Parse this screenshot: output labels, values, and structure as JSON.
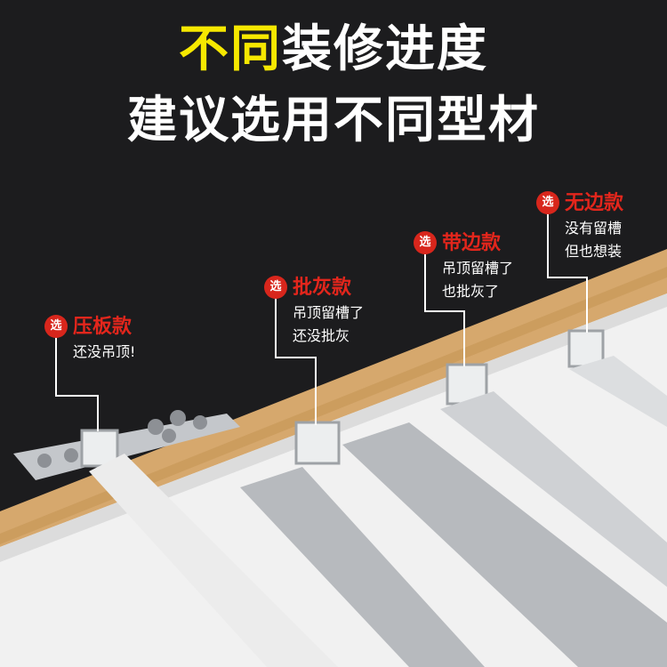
{
  "headline": {
    "line1_highlight": "不同",
    "line1_rest": "装修进度",
    "line2": "建议选用不同型材"
  },
  "badge_label": "选",
  "options": [
    {
      "name": "压板款",
      "desc": [
        "还没吊顶!"
      ]
    },
    {
      "name": "批灰款",
      "desc": [
        "吊顶留槽了",
        "还没批灰"
      ]
    },
    {
      "name": "带边款",
      "desc": [
        "吊顶留槽了",
        "也批灰了"
      ]
    },
    {
      "name": "无边款",
      "desc": [
        "没有留槽",
        "但也想装"
      ]
    }
  ],
  "colors": {
    "background": "#1c1c1e",
    "highlight": "#f6e800",
    "accent_red": "#d8261c",
    "wood": "#d4a66c",
    "ceiling": "#f2f2f2",
    "aluminum": "#b9bcc0"
  }
}
